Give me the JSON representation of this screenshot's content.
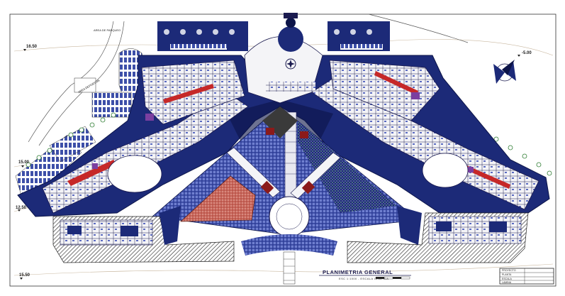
{
  "drawing": {
    "title": "PLANIMETRIA GENERAL",
    "subtitle": "ESC 1:1000 - ESCALA GRÁFICA",
    "labels": {
      "top_left": "AREA DE PARQUEO",
      "left_mid": "AREA DEPORTIVA"
    },
    "levels": {
      "top_left": "16.50",
      "top_right": "-5.00",
      "left_mid": "15.00",
      "left_low": "12.50",
      "bottom_left": "15.50"
    },
    "title_block": {
      "rows": [
        "PROYECTO",
        "PLANTA",
        "ESCALA",
        "LAMINA"
      ]
    },
    "colors": {
      "water": "#1c2a78",
      "water_dark": "#0c1448",
      "building": "#f4f4f7",
      "plaza": "#6b7bc4",
      "accent_red": "#c62828",
      "accent_purple": "#7b3fa0",
      "green": "#2e7d32"
    }
  }
}
